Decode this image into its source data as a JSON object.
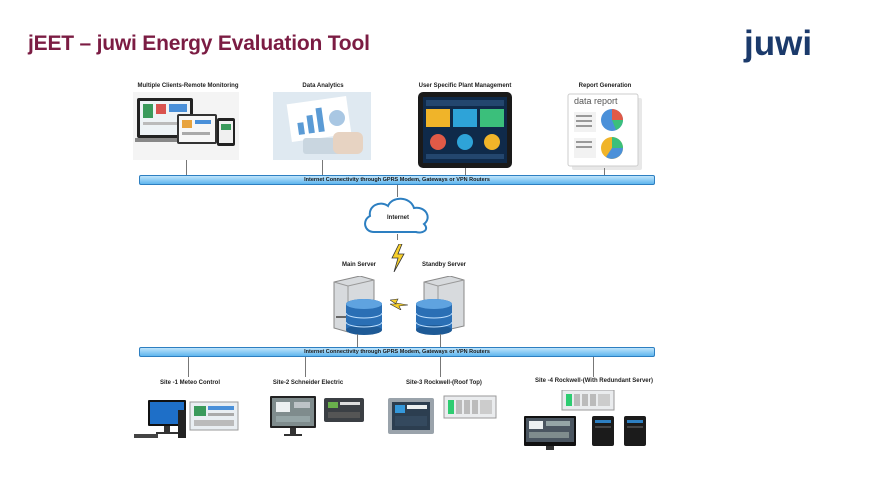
{
  "header": {
    "title": "jEET – juwi Energy Evaluation Tool",
    "logo": "juwi",
    "title_color": "#7b1c43",
    "logo_color": "#1b3a6b"
  },
  "top_row": [
    {
      "label": "Multiple Clients-Remote Monitoring",
      "icon": "multi-device-icon"
    },
    {
      "label": "Data Analytics",
      "icon": "data-analytics-icon"
    },
    {
      "label": "User Specific Plant Management",
      "icon": "tablet-dashboard-icon"
    },
    {
      "label": "Report Generation",
      "icon": "data-report-icon"
    }
  ],
  "report_text": "data report",
  "bus_top": "Internet Connectivity through GPRS Modem, Gateways or VPN Routers",
  "bus_bottom": "Internet Connectivity through GPRS Modem, Gateways or VPN Routers",
  "cloud": {
    "label": "Internet",
    "icon": "cloud-icon"
  },
  "servers": {
    "main": "Main Server",
    "standby": "Standby Server",
    "link_icon": "lightning-icon"
  },
  "sites": [
    {
      "label": "Site -1 Meteo Control"
    },
    {
      "label": "Site-2 Schneider Electric"
    },
    {
      "label": "Site-3 Rockwell-(Roof Top)"
    },
    {
      "label": "Site -4 Rockwell-(With Redundant Server)"
    }
  ],
  "colors": {
    "bus_border": "#2d7fc1",
    "bus_fill": "#5fb6ee",
    "cloud": "#2d7fc1"
  }
}
